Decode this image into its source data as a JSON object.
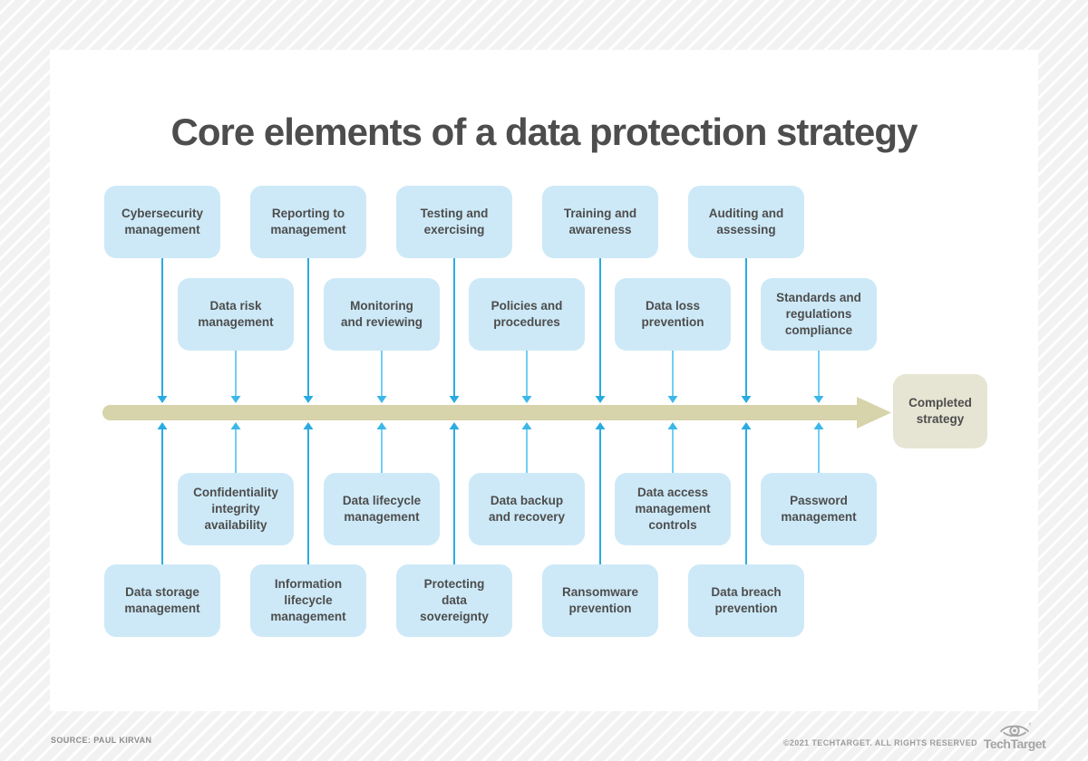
{
  "title": "Core elements of a data protection strategy",
  "diagram": {
    "row_top": [
      "Cybersecurity\nmanagement",
      "Reporting to\nmanagement",
      "Testing and\nexercising",
      "Training and\nawareness",
      "Auditing and\nassessing"
    ],
    "row_upper": [
      "Data risk\nmanagement",
      "Monitoring\nand reviewing",
      "Policies and\nprocedures",
      "Data loss\nprevention",
      "Standards and\nregulations\ncompliance"
    ],
    "row_lower": [
      "Confidentiality\nintegrity\navailability",
      "Data lifecycle\nmanagement",
      "Data backup\nand recovery",
      "Data access\nmanagement\ncontrols",
      "Password\nmanagement"
    ],
    "row_bottom": [
      "Data storage\nmanagement",
      "Information\nlifecycle\nmanagement",
      "Protecting\ndata\nsovereignty",
      "Ransomware\nprevention",
      "Data breach\nprevention"
    ],
    "completed_label": "Completed\nstrategy"
  },
  "colors": {
    "box_blue": "#cde9f7",
    "box_text": "#4d4d4d",
    "connector_dark": "#29abe2",
    "connector_light": "#72cff2",
    "arrow_bar_tan": "#d7d3aa",
    "completed_box_tan": "#e6e4d3",
    "title_gray": "#4d4d4d",
    "footer_gray": "#9d9d9d"
  },
  "footer": {
    "source": "SOURCE: PAUL KIRVAN",
    "copyright": "©2021 TECHTARGET. ALL RIGHTS RESERVED",
    "logo_text": "TechTarget"
  }
}
